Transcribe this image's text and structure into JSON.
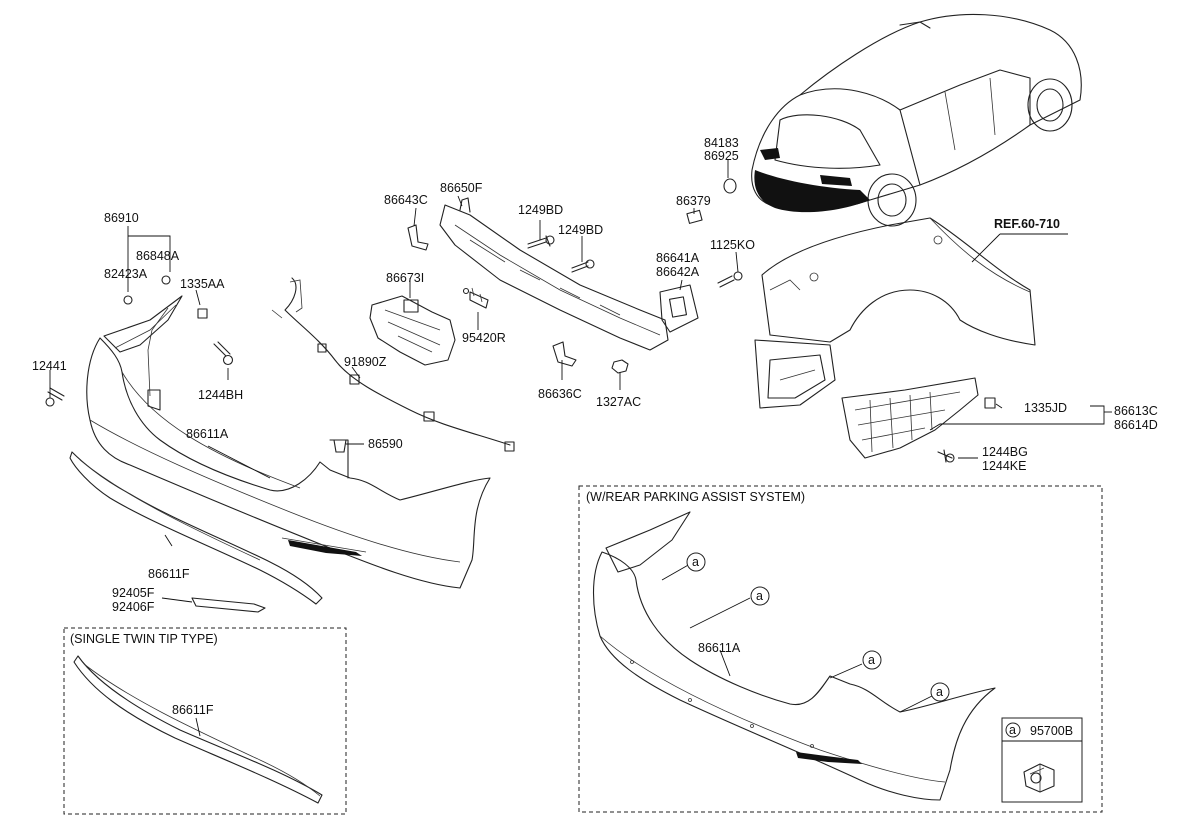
{
  "diagram": {
    "ref_label": "REF.60-710",
    "labels": {
      "p86910": "86910",
      "p86848A": "86848A",
      "p82423A": "82423A",
      "p1335AA": "1335AA",
      "p12441": "12441",
      "p1244BH": "1244BH",
      "p86611A": "86611A",
      "p86590": "86590",
      "p86611F": "86611F",
      "p92405F": "92405F",
      "p92406F": "92406F",
      "p91890Z": "91890Z",
      "p86643C": "86643C",
      "p86650F": "86650F",
      "p86673I": "86673I",
      "p95420R": "95420R",
      "p1249BD_a": "1249BD",
      "p1249BD_b": "1249BD",
      "p86636C": "86636C",
      "p1327AC": "1327AC",
      "p86641A": "86641A",
      "p86642A": "86642A",
      "p1125KO": "1125KO",
      "p86379": "86379",
      "p84183": "84183",
      "p86925": "86925",
      "p1335JD": "1335JD",
      "p86613C": "86613C",
      "p86614D": "86614D",
      "p1244BG": "1244BG",
      "p1244KE": "1244KE"
    },
    "single_twin_tip": {
      "title": "(SINGLE TWIN TIP TYPE)",
      "part": "86611F"
    },
    "parking_assist": {
      "title": "(W/REAR PARKING ASSIST SYSTEM)",
      "part": "86611A",
      "callout_letter": "a",
      "legend_part": "95700B"
    }
  }
}
